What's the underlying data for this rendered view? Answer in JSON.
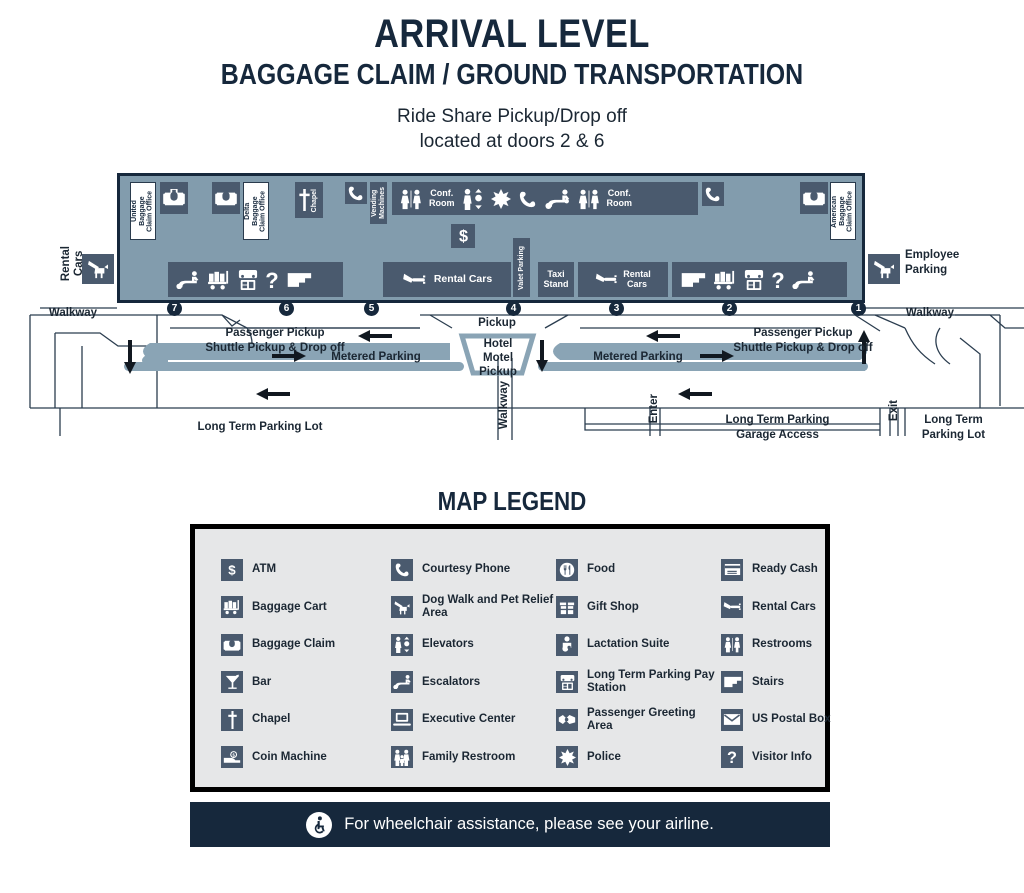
{
  "header": {
    "title": "ARRIVAL LEVEL",
    "subtitle": "BAGGAGE CLAIM / GROUND TRANSPORTATION",
    "note_line1": "Ride Share Pickup/Drop off",
    "note_line2": "located at doors 2 & 6"
  },
  "colors": {
    "dark_navy": "#16283c",
    "terminal_fill": "#829cad",
    "icon_box": "#4a5a6e",
    "legend_fill": "#e6e7e8",
    "roadway_band": "#8aa4b5"
  },
  "terminal": {
    "upper_labels": {
      "united_baggage": "United\nBaggage\nClaim Office",
      "delta_baggage": "Delta\nBaggage\nClaim Office",
      "american_baggage": "American\nBaggage\nClaim Office",
      "chapel": "Chapel",
      "vending": "Vending\nMachines",
      "conf_room_left": "Conf.\nRoom",
      "conf_room_right": "Conf.\nRoom"
    },
    "lower_labels": {
      "rental_cars_left": "Rental Cars",
      "valet_parking": "Valet Parking",
      "taxi_stand": "Taxi\nStand",
      "rental_cars_right": "Rental\nCars"
    },
    "upper_icons_left": [
      "baggage-claim-icon",
      "baggage-claim-icon",
      "chapel-icon",
      "courtesy-phone-icon"
    ],
    "upper_icons_center": [
      "restrooms-icon",
      "conf-room-label",
      "elevators-icon",
      "police-icon",
      "courtesy-phone-icon",
      "escalators-icon",
      "restrooms-icon",
      "conf-room-label"
    ],
    "upper_icons_right": [
      "courtesy-phone-icon",
      "baggage-claim-icon"
    ],
    "atm_icon": "atm-icon",
    "lower_icons_left": [
      "escalators-icon",
      "baggage-cart-icon",
      "long-term-parking-pay-station-icon",
      "visitor-info-icon",
      "stairs-icon"
    ],
    "lower_icons_right": [
      "stairs-icon",
      "baggage-cart-icon",
      "long-term-parking-pay-station-icon",
      "visitor-info-icon",
      "escalators-icon"
    ],
    "doors": [
      "7",
      "6",
      "5",
      "4",
      "3",
      "2",
      "1"
    ]
  },
  "roadway": {
    "rental_cars_left": "Rental\nCars",
    "employee_parking": "Employee\nParking",
    "walkway_left": "Walkway",
    "walkway_right": "Walkway",
    "walkway_center": "Walkway",
    "pickup": "Pickup",
    "passenger_pickup_left": "Passenger Pickup\nShuttle Pickup & Drop off",
    "passenger_pickup_right": "Passenger Pickup\nShuttle Pickup & Drop off",
    "metered_parking_left": "Metered Parking",
    "metered_parking_right": "Metered Parking",
    "hotel_motel_pickup": "Hotel\nMotel\nPickup",
    "long_term_parking_lot_left": "Long Term Parking Lot",
    "long_term_parking_garage": "Long Term Parking\nGarage Access",
    "long_term_parking_lot_right": "Long Term\nParking Lot",
    "enter": "Enter",
    "exit": "Exit"
  },
  "legend": {
    "title": "MAP LEGEND",
    "items": [
      {
        "icon": "atm-icon",
        "label": "ATM"
      },
      {
        "icon": "courtesy-phone-icon",
        "label": "Courtesy Phone"
      },
      {
        "icon": "food-icon",
        "label": "Food"
      },
      {
        "icon": "ready-cash-icon",
        "label": "Ready Cash"
      },
      {
        "icon": "baggage-cart-icon",
        "label": "Baggage Cart"
      },
      {
        "icon": "dog-walk-icon",
        "label": "Dog Walk and Pet Relief Area"
      },
      {
        "icon": "gift-shop-icon",
        "label": "Gift Shop"
      },
      {
        "icon": "rental-cars-icon",
        "label": "Rental Cars"
      },
      {
        "icon": "baggage-claim-icon",
        "label": "Baggage Claim"
      },
      {
        "icon": "elevators-icon",
        "label": "Elevators"
      },
      {
        "icon": "lactation-suite-icon",
        "label": "Lactation Suite"
      },
      {
        "icon": "restrooms-icon",
        "label": "Restrooms"
      },
      {
        "icon": "bar-icon",
        "label": "Bar"
      },
      {
        "icon": "escalators-icon",
        "label": "Escalators"
      },
      {
        "icon": "long-term-parking-pay-station-icon",
        "label": "Long Term Parking Pay Station"
      },
      {
        "icon": "stairs-icon",
        "label": "Stairs"
      },
      {
        "icon": "chapel-icon",
        "label": "Chapel"
      },
      {
        "icon": "executive-center-icon",
        "label": "Executive Center"
      },
      {
        "icon": "passenger-greeting-area-icon",
        "label": "Passenger Greeting Area"
      },
      {
        "icon": "us-postal-box-icon",
        "label": "US Postal Box"
      },
      {
        "icon": "coin-machine-icon",
        "label": "Coin Machine"
      },
      {
        "icon": "family-restroom-icon",
        "label": "Family Restroom"
      },
      {
        "icon": "police-icon",
        "label": "Police"
      },
      {
        "icon": "visitor-info-icon",
        "label": "Visitor Info"
      }
    ]
  },
  "banner": {
    "icon": "wheelchair-icon",
    "text": "For wheelchair assistance, please see your airline."
  }
}
